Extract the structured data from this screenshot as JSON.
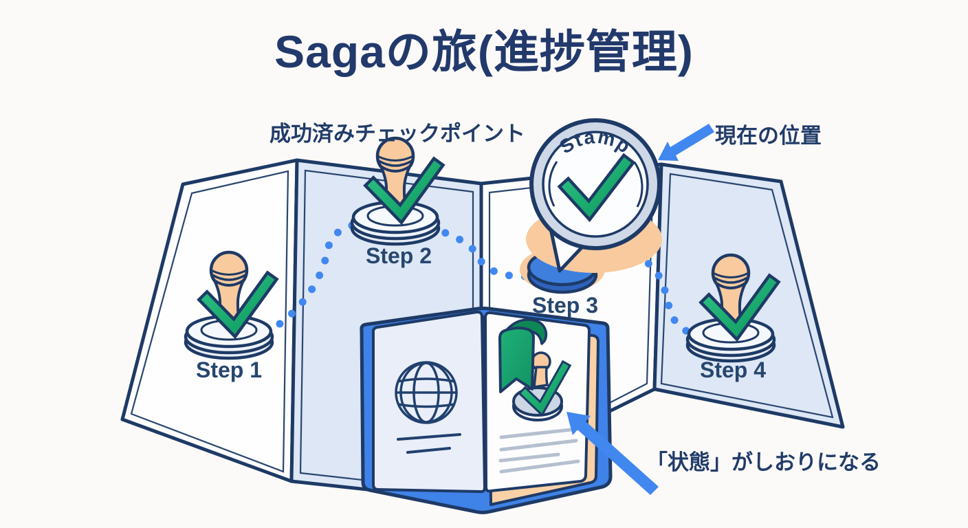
{
  "title": "Sagaの旅(進捗管理)",
  "annotations": {
    "success_checkpoint": "成功済みチェックポイント",
    "current_position": "現在の位置",
    "state_bookmark": "「状態」がしおりになる"
  },
  "magnifier": {
    "label": "Stamp"
  },
  "steps": [
    {
      "label": "Step 1",
      "status": "completed"
    },
    {
      "label": "Step 2",
      "status": "completed"
    },
    {
      "label": "Step 3",
      "status": "current"
    },
    {
      "label": "Step 4",
      "status": "completed"
    }
  ],
  "colors": {
    "outline_navy": "#1e3a66",
    "text_navy": "#223c69",
    "accent_blue": "#4187f0",
    "check_green": "#17a86d",
    "panel_blue": "#dde7f5",
    "peach": "#f8ca9d",
    "pad_blue": "#3e7fdd",
    "passport_cover_blue": "#3f82e8"
  }
}
